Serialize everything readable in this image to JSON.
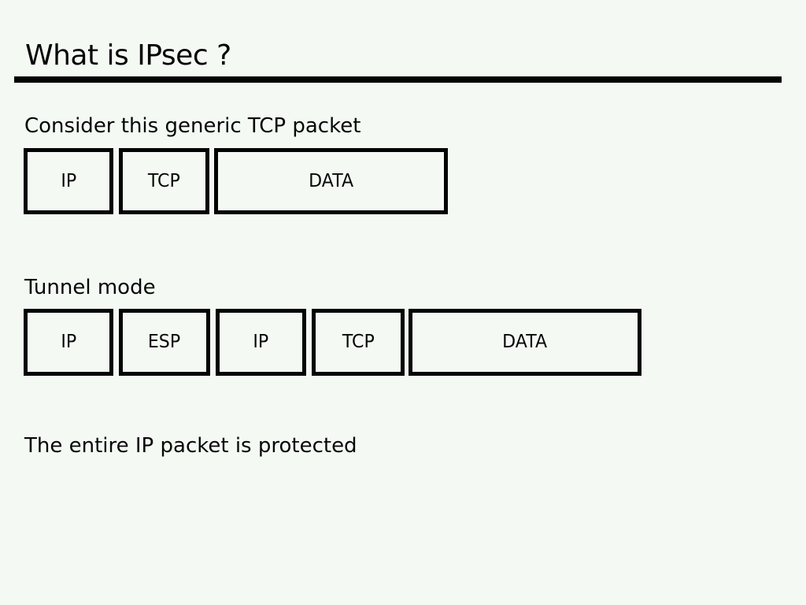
{
  "slide": {
    "title": "What is IPsec ?",
    "sections": [
      {
        "caption": "Consider this generic TCP packet",
        "boxes": [
          "IP",
          "TCP",
          "DATA"
        ]
      },
      {
        "caption": "Tunnel mode",
        "boxes": [
          "IP",
          "ESP",
          "IP",
          "TCP",
          "DATA"
        ]
      }
    ],
    "conclusion": "The entire IP packet is protected"
  },
  "colors": {
    "background": "#f4f9f4",
    "text": "#060606",
    "rule": "#030303",
    "box_border": "#030303"
  }
}
